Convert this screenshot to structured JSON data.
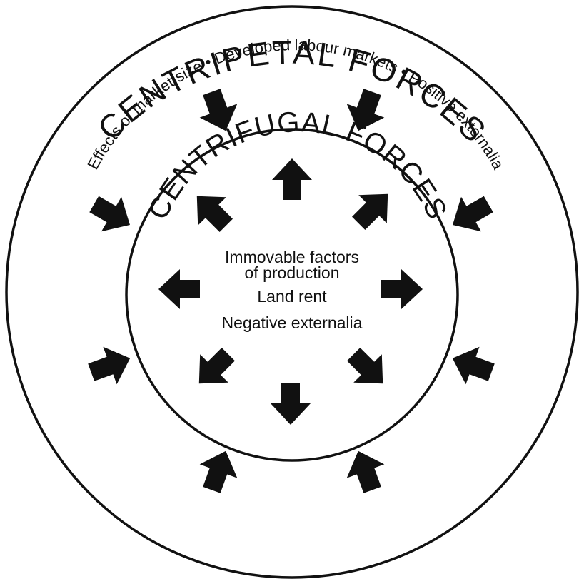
{
  "outer": {
    "title": "CENTRIPETAL FORCES",
    "subtitle": "Effects of market size • Developed labour markets • Positive externalia"
  },
  "inner": {
    "title": "CENTRIFUGAL FORCES",
    "factors": [
      "Immovable factors",
      "of production",
      "Land rent",
      "Negative externalia"
    ]
  },
  "colors": {
    "ink": "#111111",
    "background": "#ffffff"
  }
}
